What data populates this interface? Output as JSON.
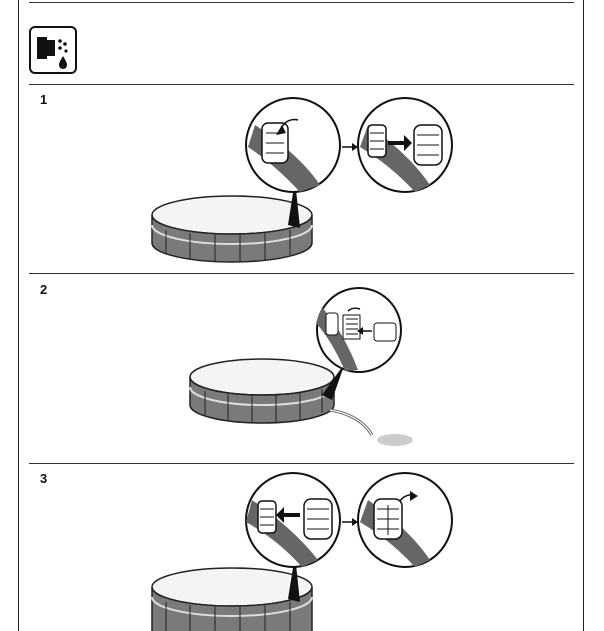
{
  "header": {
    "icon": "drain-water-icon"
  },
  "steps": [
    {
      "number": "1",
      "illustration": "unscrew-drain-cap"
    },
    {
      "number": "2",
      "illustration": "connect-hose-drain"
    },
    {
      "number": "3",
      "illustration": "replace-drain-cap"
    }
  ],
  "colors": {
    "line": "#222222",
    "pool_wall": "#7a7a7a",
    "pool_shadow": "#555555"
  }
}
